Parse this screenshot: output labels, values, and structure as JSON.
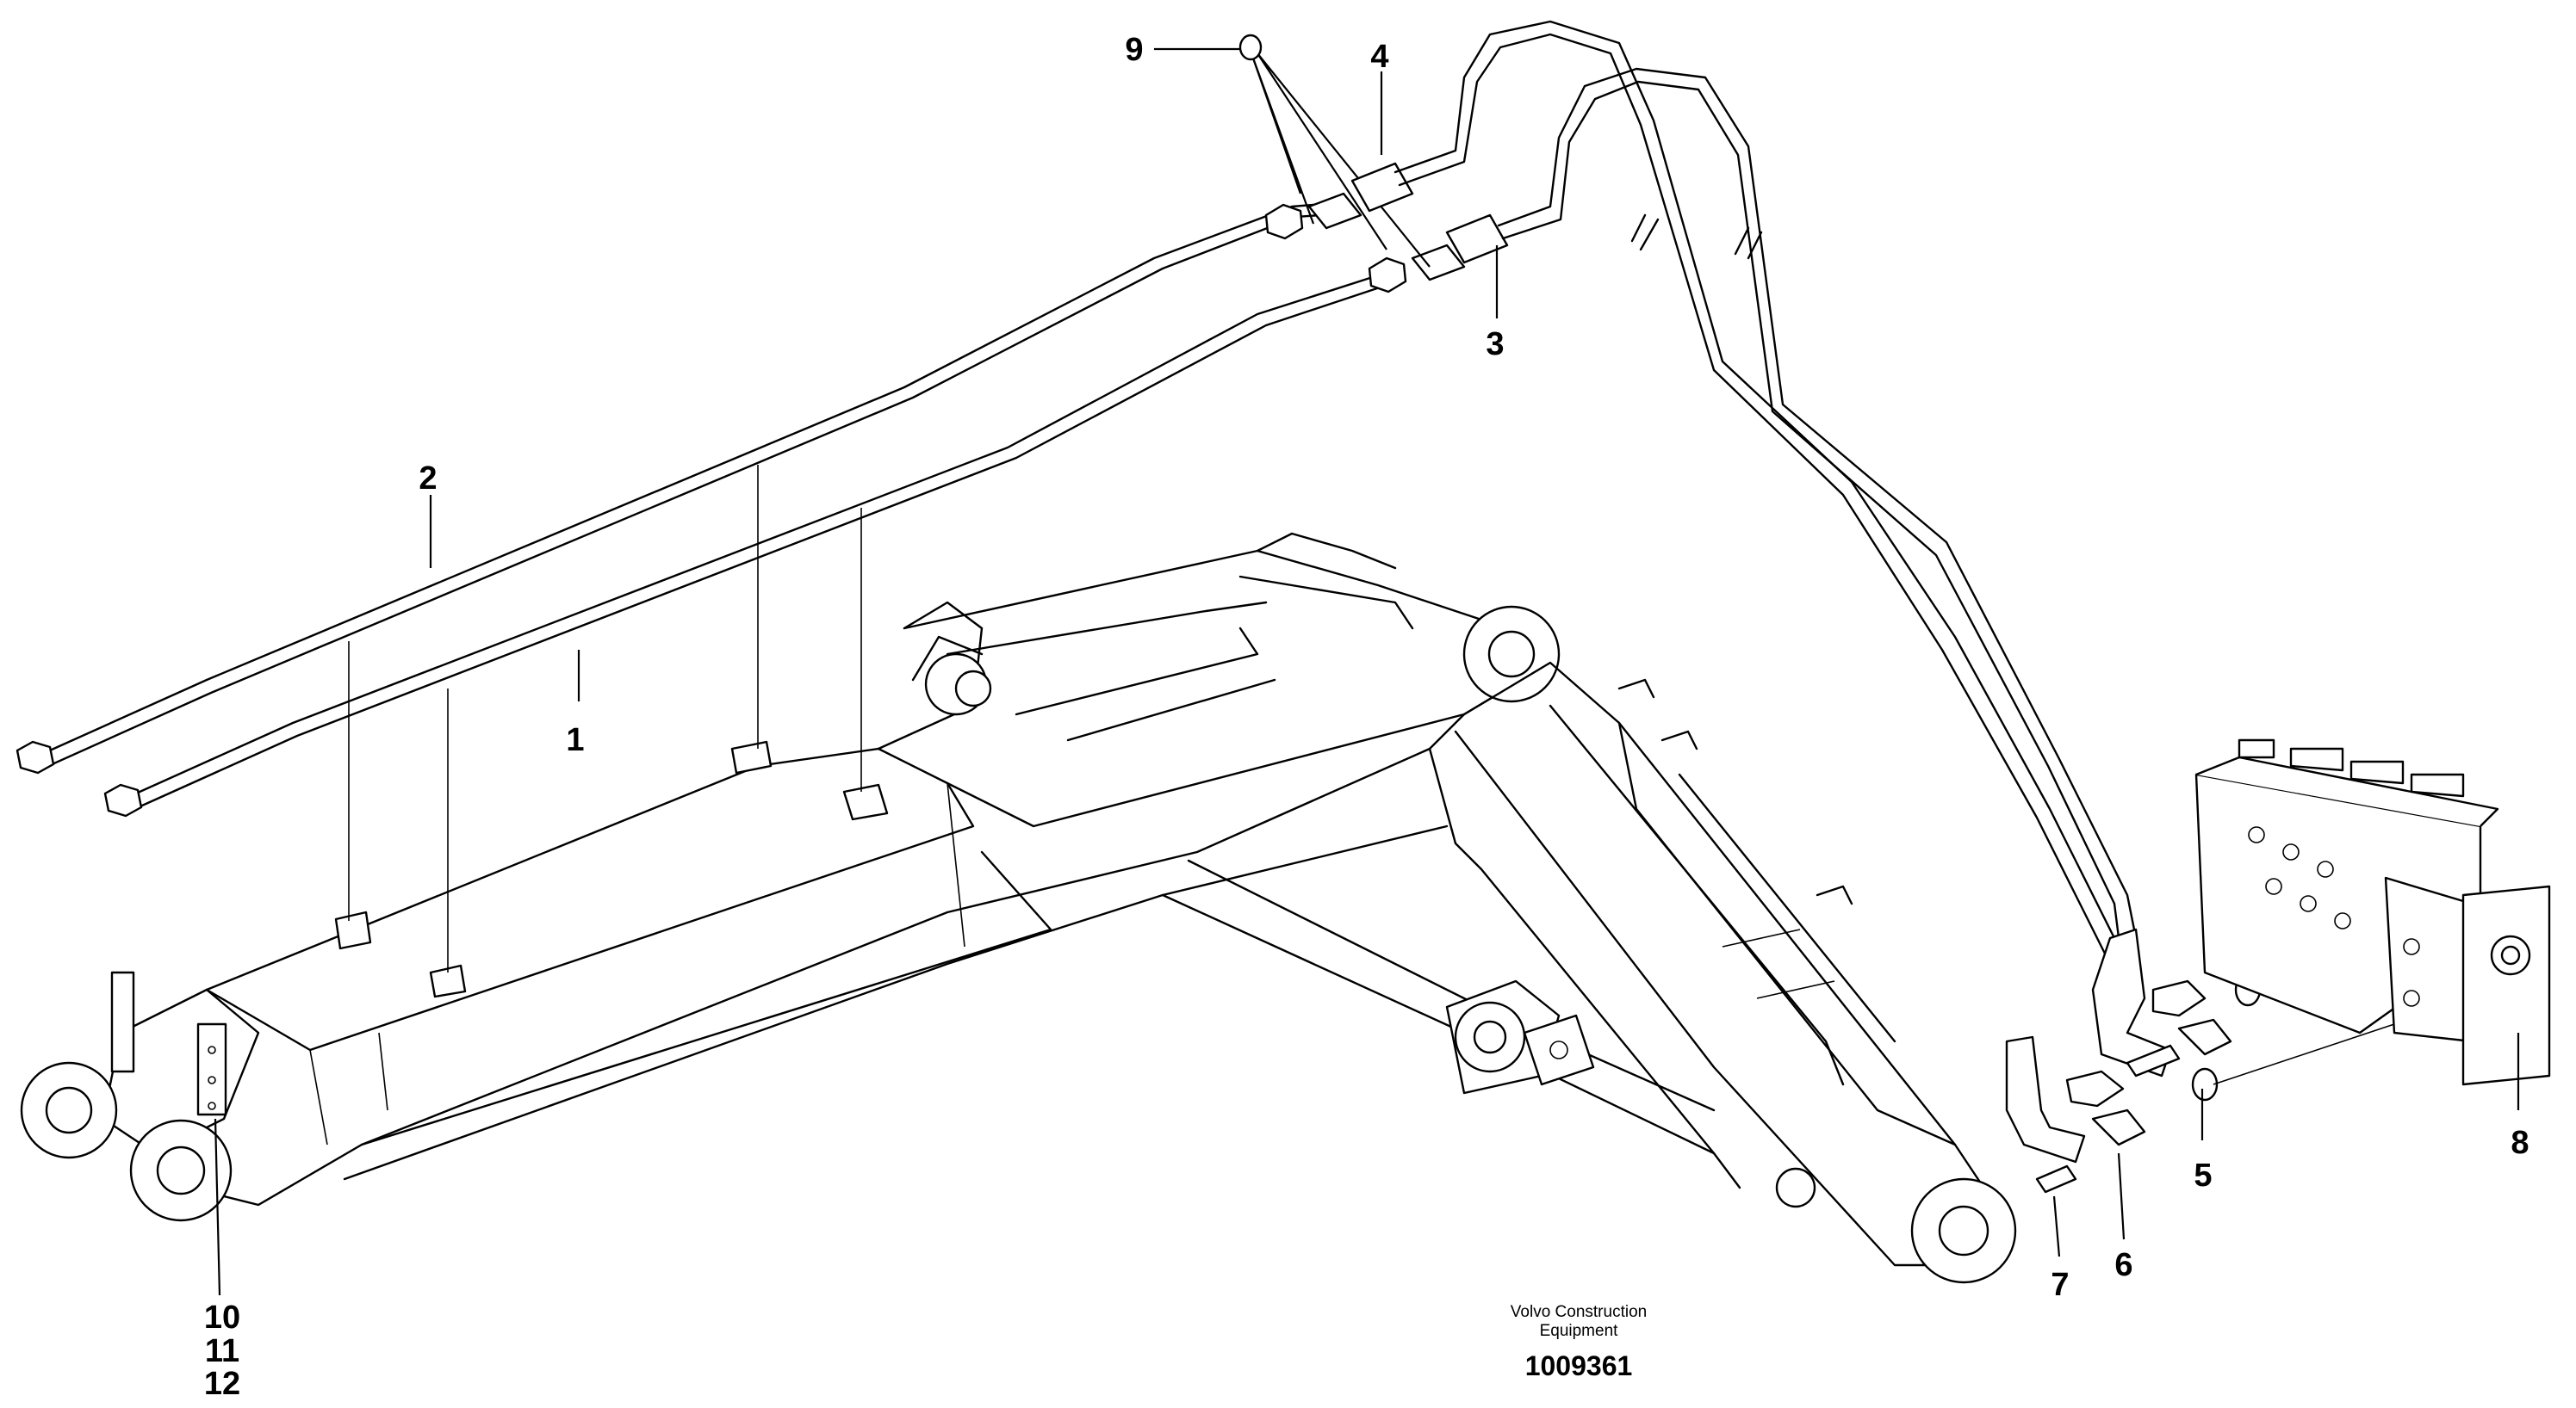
{
  "callouts": {
    "c1": "1",
    "c2": "2",
    "c3": "3",
    "c4": "4",
    "c5": "5",
    "c6": "6",
    "c7": "7",
    "c8": "8",
    "c9": "9",
    "c10": "10",
    "c11": "11",
    "c12": "12"
  },
  "credit": {
    "line1": "Volvo Construction",
    "line2": "Equipment"
  },
  "document_number": "1009361"
}
